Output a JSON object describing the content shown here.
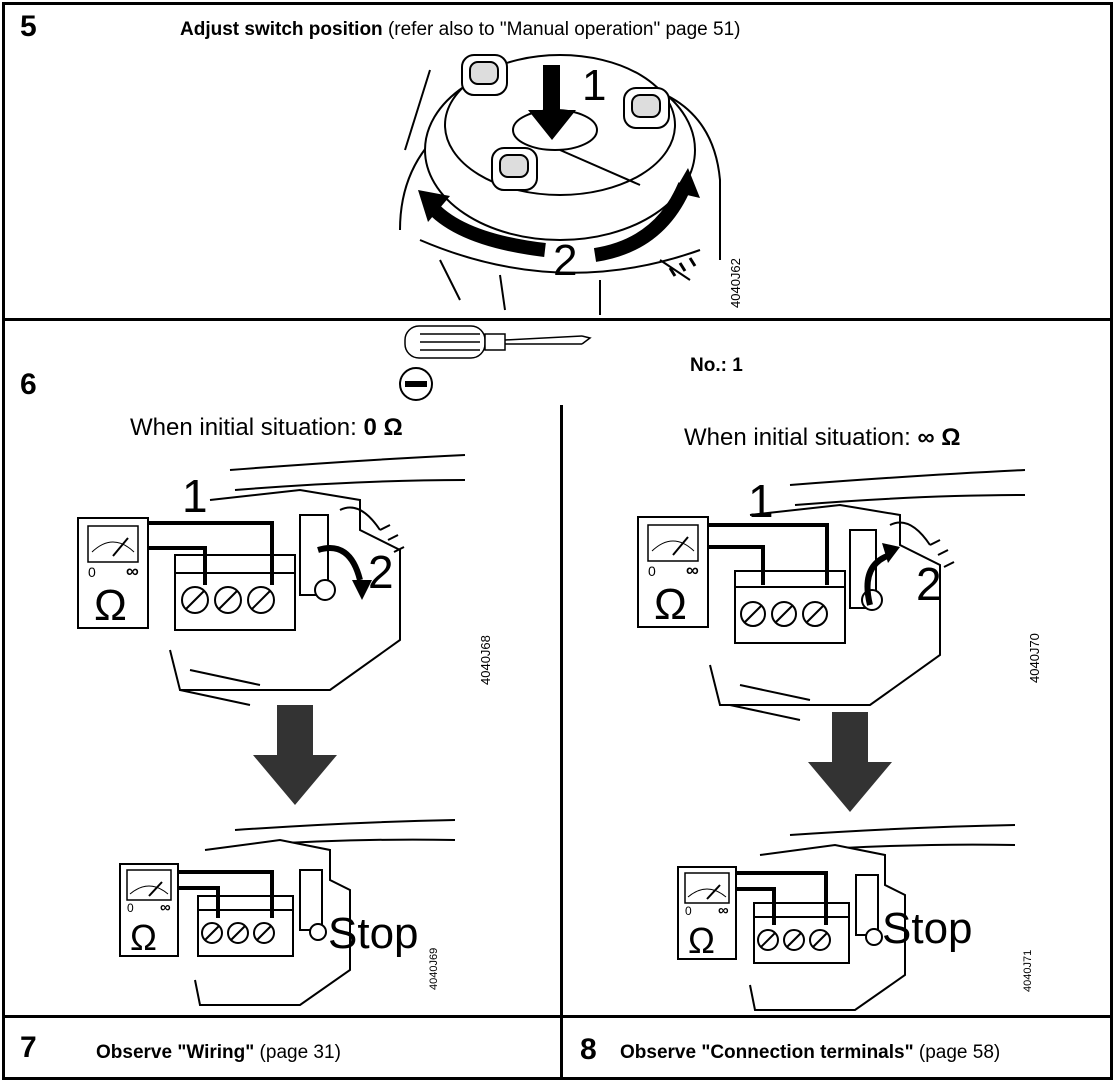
{
  "step5": {
    "number": "5",
    "title_bold": "Adjust switch position",
    "title_rest": " (refer also to \"Manual operation\" page 51)",
    "label_1": "1",
    "label_2": "2",
    "figure_code": "4040J62"
  },
  "step6": {
    "number": "6",
    "tool_number": "No.: 1",
    "left": {
      "situation_text": "When initial situation: ",
      "situation_value": "0 Ω",
      "label_1": "1",
      "label_2": "2",
      "meter_zero": "0",
      "meter_inf": "∞",
      "meter_omega": "Ω",
      "figure_code_top": "4040J68",
      "stop_text": "Stop",
      "figure_code_bottom": "4040J69"
    },
    "right": {
      "situation_text": "When initial situation: ",
      "situation_value": "∞ Ω",
      "label_1": "1",
      "label_2": "2",
      "meter_zero": "0",
      "meter_inf": "∞",
      "meter_omega": "Ω",
      "figure_code_top": "4040J70",
      "stop_text": "Stop",
      "figure_code_bottom": "4040J71"
    }
  },
  "step7": {
    "number": "7",
    "title_bold": "Observe \"Wiring\"",
    "title_rest": " (page 31)"
  },
  "step8": {
    "number": "8",
    "title_bold": "Observe \"Connection terminals\"",
    "title_rest": " (page 58)"
  }
}
